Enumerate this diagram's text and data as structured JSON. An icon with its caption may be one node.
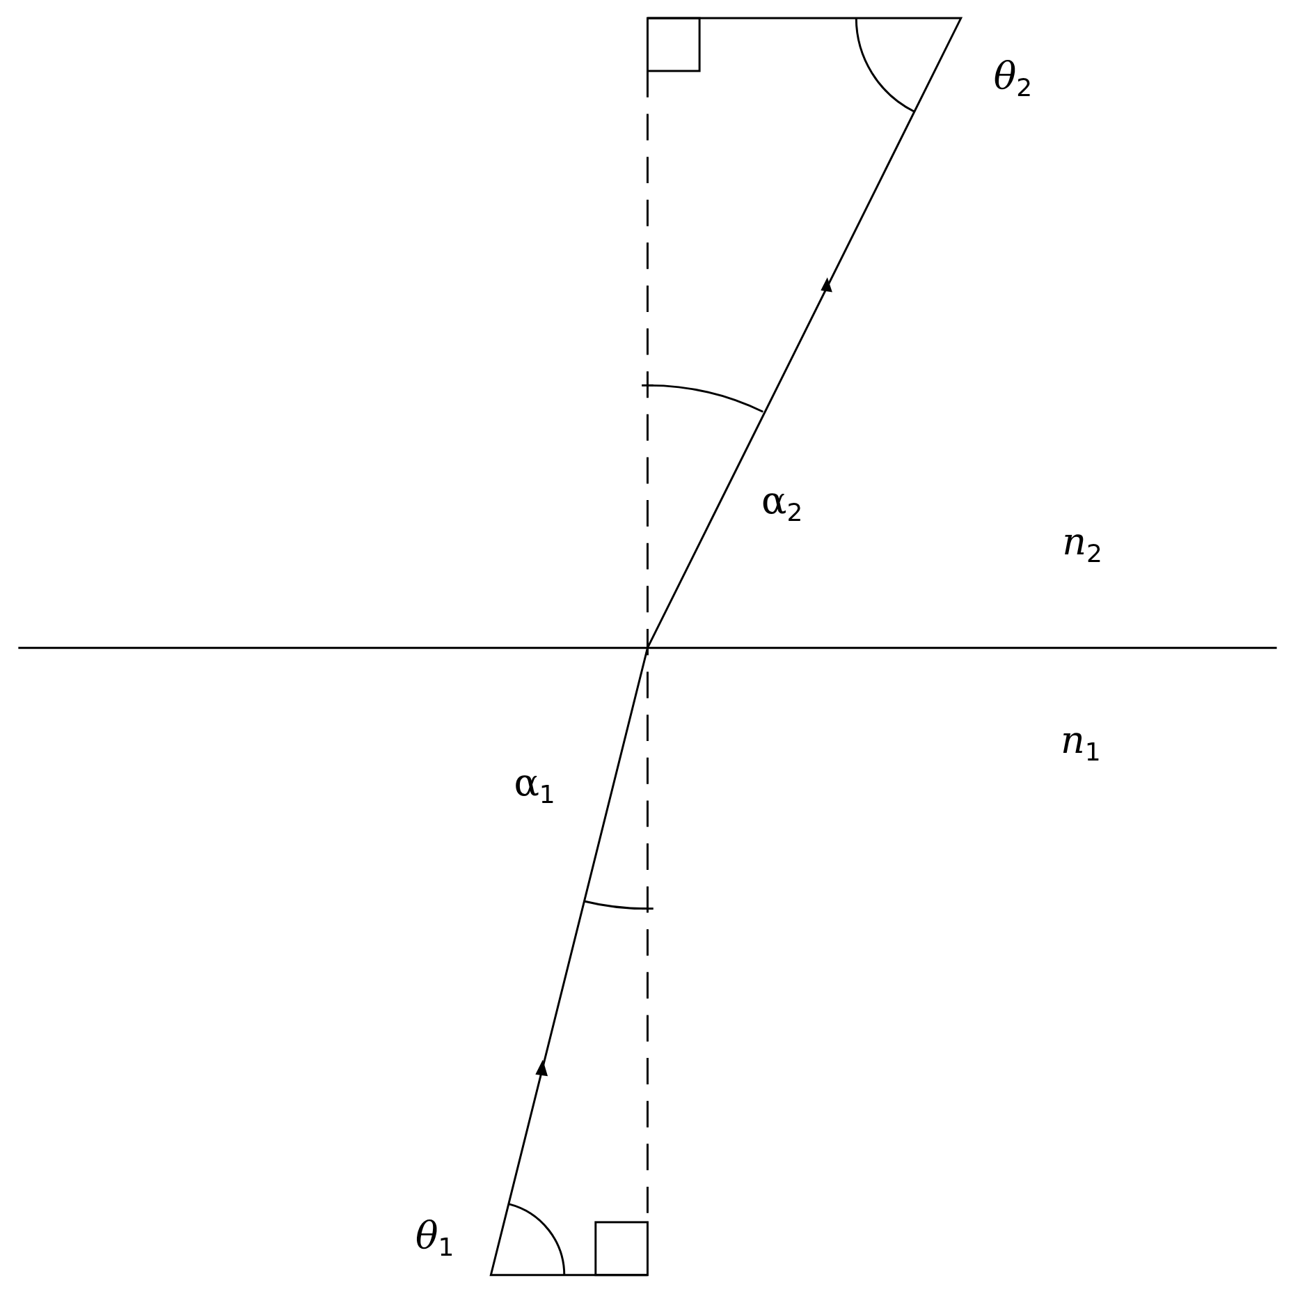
{
  "diagram": {
    "labels": [
      "*θ*$_{2}$",
      "α$_{2}$",
      "*n*$_{2}$",
      "*n*$_{1}$",
      "α$_{1}$",
      "*θ*$_{1}$"
    ]
  }
}
